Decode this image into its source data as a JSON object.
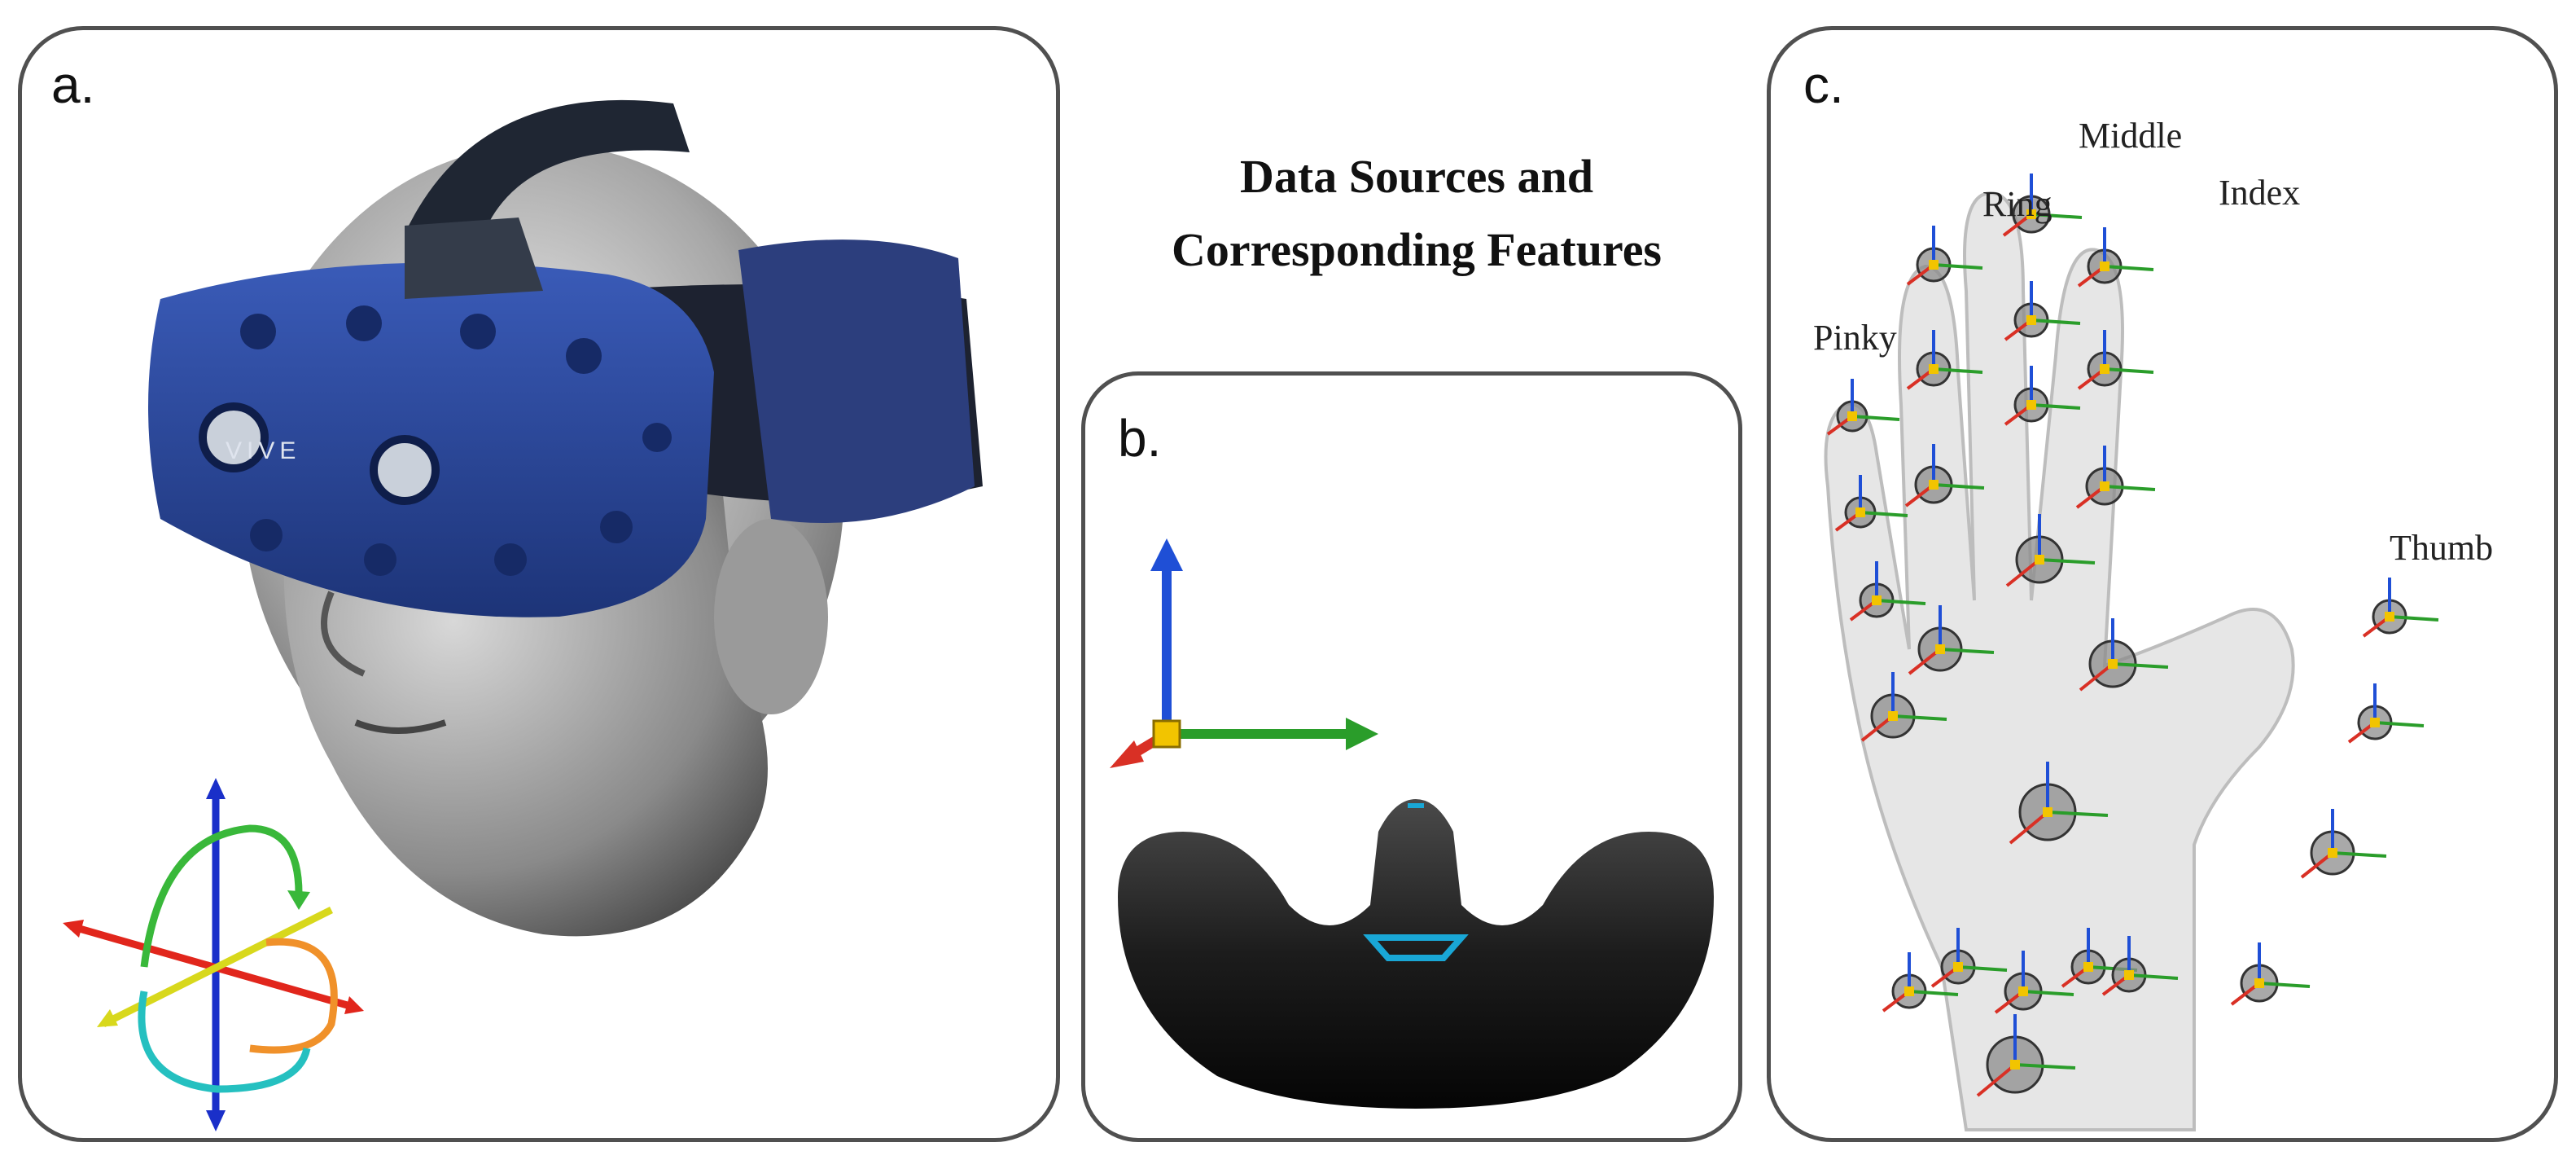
{
  "figure": {
    "title_line1": "Data Sources and",
    "title_line2": "Corresponding Features"
  },
  "panels": {
    "a": {
      "label": "a.",
      "brand": "VIVE"
    },
    "b": {
      "label": "b."
    },
    "c": {
      "label": "c.",
      "fingers": {
        "middle": "Middle",
        "ring": "Ring",
        "index": "Index",
        "pinky": "Pinky",
        "thumb": "Thumb"
      }
    }
  },
  "colors": {
    "headset_blue": "#23408e",
    "axis_x": "#2a9d2a",
    "axis_y": "#1f4fd6",
    "axis_z": "#d93025",
    "joint_marker": "#f2c400",
    "tracker_accent": "#19a7d6"
  }
}
